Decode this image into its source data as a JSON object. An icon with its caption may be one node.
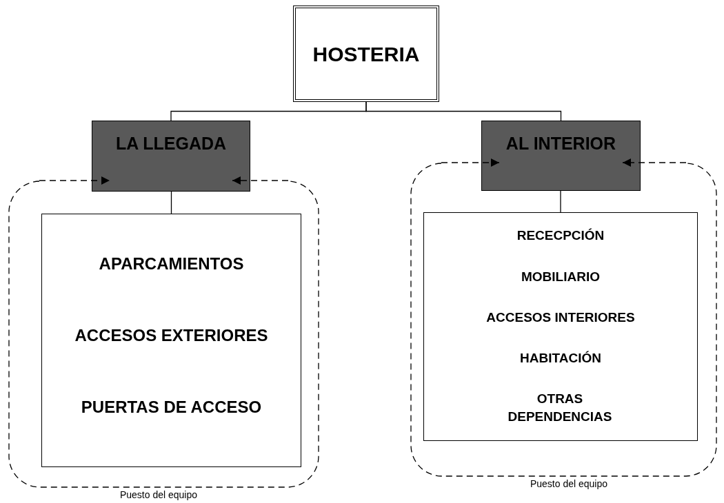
{
  "diagram": {
    "nodes": [
      {
        "text": [
          "HOSTERIA"
        ]
      },
      {
        "text": [
          "LA LLEGADA"
        ]
      },
      {
        "text": [
          "AL INTERIOR"
        ]
      },
      {
        "text": [
          "Puesto del equipo"
        ]
      },
      {
        "text": [
          "APARCAMIENTOS",
          "ACCESOS EXTERIORES",
          "PUERTAS DE ACCESO"
        ],
        "in": 3
      },
      {
        "text": [
          "Puesto del equipo"
        ]
      },
      {
        "text": [
          "RECECPCIÓN",
          "MOBILIARIO",
          "ACCESOS INTERIORES",
          "HABITACIÓN",
          "OTRAS DEPENDENCIAS"
        ],
        "in": 5
      }
    ],
    "edges": [
      {
        "from": 0,
        "to": 1,
        "arrow": "none"
      },
      {
        "from": 0,
        "to": 2,
        "arrow": "none"
      },
      {
        "from": 1,
        "to": 4,
        "arrow": "none"
      },
      {
        "from": 2,
        "to": 6,
        "arrow": "none"
      },
      {
        "from": 3,
        "to": 1,
        "arrow": "to",
        "style": "dashed"
      },
      {
        "from": 3,
        "to": 1,
        "arrow": "to",
        "style": "dashed"
      },
      {
        "from": 5,
        "to": 2,
        "arrow": "to",
        "style": "dashed"
      },
      {
        "from": 5,
        "to": 2,
        "arrow": "to",
        "style": "dashed"
      }
    ]
  }
}
